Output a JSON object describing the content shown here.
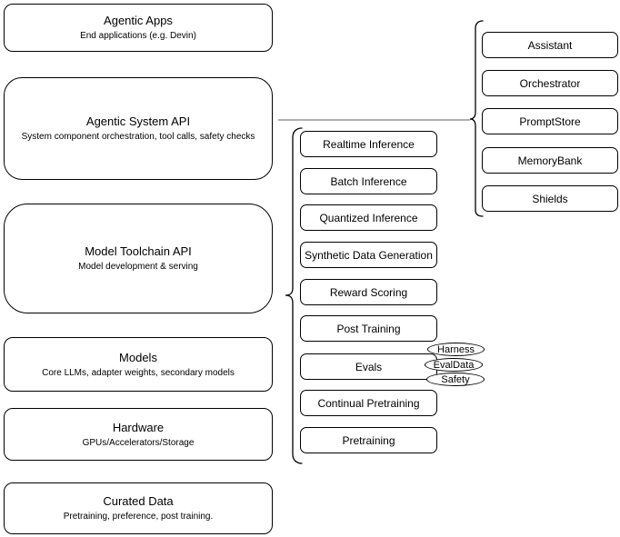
{
  "diagram": {
    "stack": [
      {
        "title": "Agentic Apps",
        "subtitle": "End applications (e.g. Devin)"
      },
      {
        "title": "Agentic System API",
        "subtitle": "System component orchestration, tool calls, safety checks"
      },
      {
        "title": "Model Toolchain API",
        "subtitle": "Model development & serving"
      },
      {
        "title": "Models",
        "subtitle": "Core LLMs, adapter weights, secondary models"
      },
      {
        "title": "Hardware",
        "subtitle": "GPUs/Accelerators/Storage"
      },
      {
        "title": "Curated Data",
        "subtitle": "Pretraining, preference, post training."
      }
    ],
    "toolchain_items": [
      "Realtime Inference",
      "Batch Inference",
      "Quantized Inference",
      "Synthetic Data Generation",
      "Reward Scoring",
      "Post Training",
      "Evals",
      "Continual Pretraining",
      "Pretraining"
    ],
    "eval_tags": [
      "Harness",
      "EvalData",
      "Safety"
    ],
    "system_components": [
      "Assistant",
      "Orchestrator",
      "PromptStore",
      "MemoryBank",
      "Shields"
    ],
    "colors": {
      "stroke": "#000000",
      "connector": "#7f7f7f",
      "background": "#ffffff"
    }
  }
}
